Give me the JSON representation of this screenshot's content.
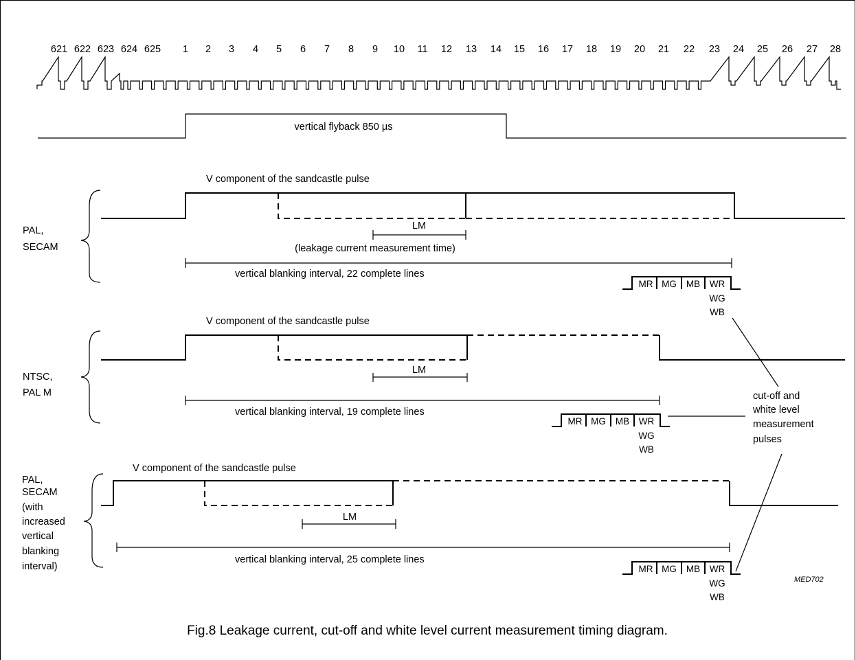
{
  "line_numbers": [
    "621",
    "622",
    "623",
    "624",
    "625",
    "1",
    "2",
    "3",
    "4",
    "5",
    "6",
    "7",
    "8",
    "9",
    "10",
    "11",
    "12",
    "13",
    "14",
    "15",
    "16",
    "17",
    "18",
    "19",
    "20",
    "21",
    "22",
    "23",
    "24",
    "25",
    "26",
    "27",
    "28"
  ],
  "flyback_label": "vertical flyback 850 µs",
  "sandcastle_label": "V component of the sandcastle pulse",
  "lm_label": "LM",
  "lm_note": "(leakage current measurement time)",
  "blanking_labels": [
    "vertical blanking interval, 22 complete lines",
    "vertical blanking interval, 19 complete lines",
    "vertical blanking interval, 25 complete lines"
  ],
  "standards": [
    [
      "PAL,",
      "SECAM"
    ],
    [
      "NTSC,",
      "PAL M"
    ],
    [
      "PAL,",
      "SECAM",
      "(with",
      "increased",
      "vertical",
      "blanking",
      "interval)"
    ]
  ],
  "pulses": [
    "MR",
    "MG",
    "MB",
    "WR",
    "WG",
    "WB"
  ],
  "measurement_note": [
    "cut-off and",
    "white level",
    "measurement",
    "pulses"
  ],
  "figure_id": "MED702",
  "caption": "Fig.8  Leakage current, cut-off and white level current measurement timing diagram."
}
